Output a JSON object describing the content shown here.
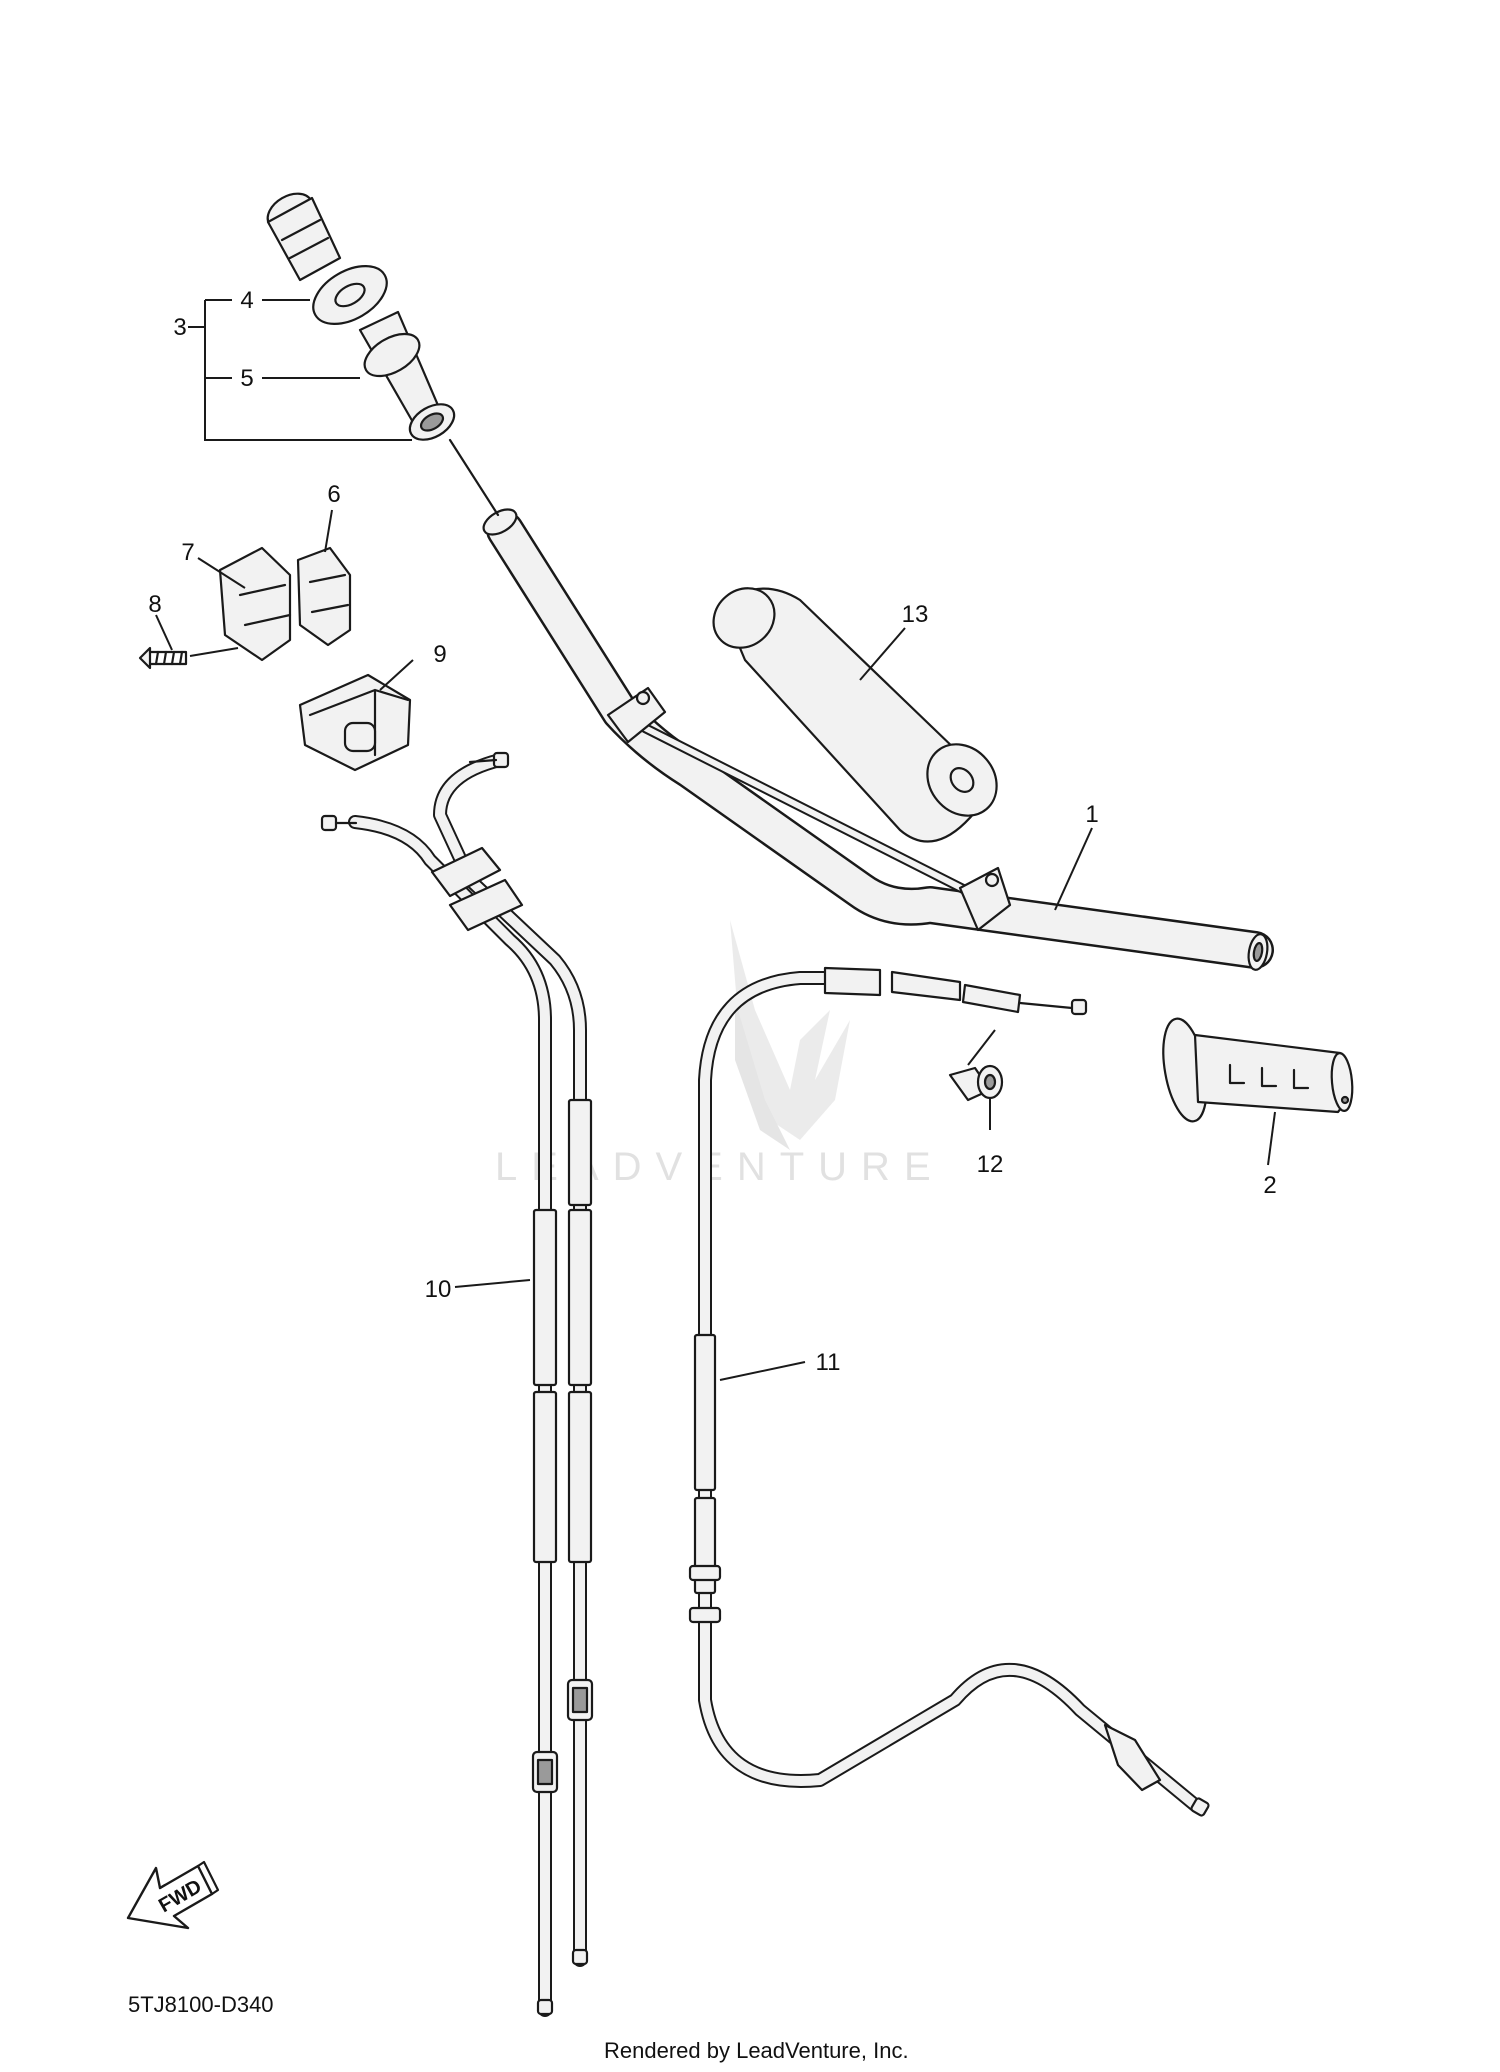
{
  "diagram": {
    "callouts": [
      {
        "id": "1",
        "label": "1"
      },
      {
        "id": "2",
        "label": "2"
      },
      {
        "id": "3",
        "label": "3"
      },
      {
        "id": "4",
        "label": "4"
      },
      {
        "id": "5",
        "label": "5"
      },
      {
        "id": "6",
        "label": "6"
      },
      {
        "id": "7",
        "label": "7"
      },
      {
        "id": "8",
        "label": "8"
      },
      {
        "id": "9",
        "label": "9"
      },
      {
        "id": "10",
        "label": "10"
      },
      {
        "id": "11",
        "label": "11"
      },
      {
        "id": "12",
        "label": "12"
      },
      {
        "id": "13",
        "label": "13"
      }
    ],
    "diagram_code": "5TJ8100-D340",
    "direction_badge": "FWD",
    "watermark": "LEADVENTURE",
    "footer": "Rendered by LeadVenture, Inc."
  },
  "colors": {
    "line": "#1a1a1a",
    "part_fill": "#f2f2f2",
    "watermark": "#c9c9c9"
  },
  "icons": {
    "direction": "fwd-arrow-icon",
    "watermark": "leadventure-logo-icon"
  }
}
